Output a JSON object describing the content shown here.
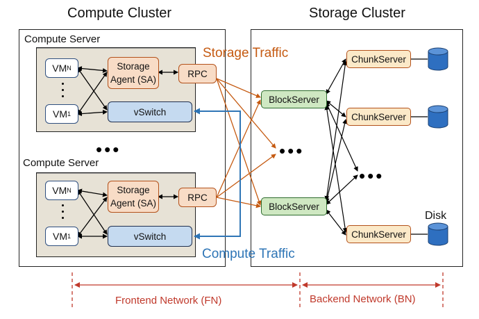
{
  "compute_cluster": {
    "title": "Compute Cluster",
    "servers": [
      {
        "title": "Compute Server",
        "vm_top": "VM",
        "vm_top_sub": "N",
        "vm_bottom": "VM",
        "vm_bottom_sub": "1",
        "storage_agent_line1": "Storage",
        "storage_agent_line2": "Agent (SA)",
        "rpc": "RPC",
        "vswitch": "vSwitch"
      },
      {
        "title": "Compute Server",
        "vm_top": "VM",
        "vm_top_sub": "N",
        "vm_bottom": "VM",
        "vm_bottom_sub": "1",
        "storage_agent_line1": "Storage",
        "storage_agent_line2": "Agent (SA)",
        "rpc": "RPC",
        "vswitch": "vSwitch"
      }
    ],
    "ellipsis": "•••"
  },
  "storage_cluster": {
    "title": "Storage Cluster",
    "block_servers": [
      "BlockServer",
      "BlockServer"
    ],
    "chunk_servers": [
      "ChunkServer",
      "ChunkServer",
      "ChunkServer"
    ],
    "ellipsis_block": "•••",
    "ellipsis_chunk": "•••",
    "disk_label": "Disk"
  },
  "traffic": {
    "storage": "Storage Traffic",
    "compute": "Compute Traffic"
  },
  "networks": {
    "frontend": "Frontend Network (FN)",
    "backend": "Backend Network (BN)"
  },
  "colors": {
    "storage_traffic": "#c55a11",
    "compute_traffic": "#2e75b6",
    "network_marker": "#c0392b"
  }
}
